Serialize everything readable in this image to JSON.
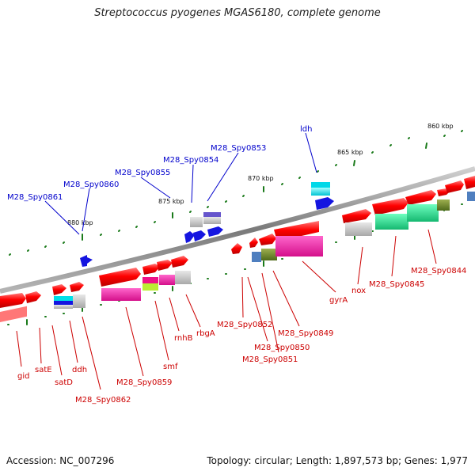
{
  "title": "Streptococcus pyogenes MGAS6180, complete genome",
  "footer": {
    "accession": "Accession: NC_007296",
    "topology": "Topology: circular; Length: 1,897,573 bp; Genes: 1,977"
  },
  "colors": {
    "backbone": "#8c8c8c",
    "upper_label": "#0000cc",
    "lower_label": "#cc0000",
    "tick": "#1a7a1a"
  },
  "scale_labels": [
    "880 kbp",
    "875 kbp",
    "870 kbp",
    "865 kbp",
    "860 kbp"
  ],
  "upper_genes": [
    "M28_Spy0861",
    "M28_Spy0860",
    "M28_Spy0855",
    "M28_Spy0854",
    "M28_Spy0853",
    "ldh"
  ],
  "lower_genes": [
    "gid",
    "satE",
    "satD",
    "ddh",
    "M28_Spy0862",
    "M28_Spy0859",
    "smf",
    "rnhB",
    "rbgA",
    "M28_Spy0852",
    "M28_Spy0850",
    "M28_Spy0851",
    "M28_Spy0849",
    "gyrA",
    "nox",
    "M28_Spy0845",
    "M28_Spy0844"
  ]
}
